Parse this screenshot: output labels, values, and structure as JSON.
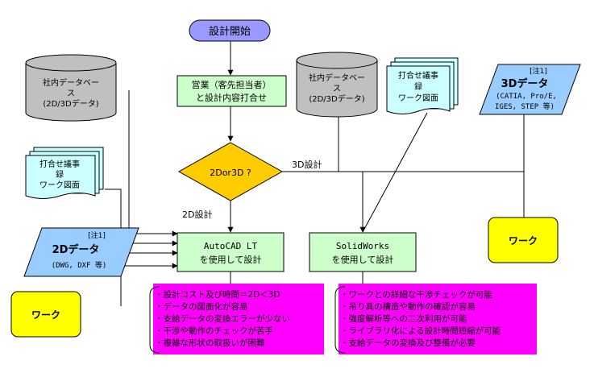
{
  "start": "設計開始",
  "meeting": [
    "営業（客先担当者）",
    "と設計内容打合せ"
  ],
  "decision": "2Dor3D ?",
  "label_3d": "3D設計",
  "label_2d": "2D設計",
  "db_left": [
    "社内データベー",
    "ス",
    "(2D/3Dデータ)"
  ],
  "db_mid": [
    "社内データベー",
    "ス",
    "(2D/3Dデータ)"
  ],
  "doc_left": [
    "打合せ議事",
    "録",
    "ワーク図面"
  ],
  "doc_right": [
    "打合せ議事",
    "録",
    "ワーク図面"
  ],
  "data_3d": {
    "note": "[注1]",
    "title": "3Dデータ",
    "line1": "(CATIA, Pro/E,",
    "line2": "IGES, STEP 等)"
  },
  "data_2d": {
    "note": "[注1]",
    "title": "2Dデータ",
    "sub": "(DWG, DXF 等)"
  },
  "work_right": "ワーク",
  "work_left": "ワーク",
  "autocad": [
    "AutoCAD LT",
    "を使用して設計"
  ],
  "solidworks": [
    "SolidWorks",
    "を使用して設計"
  ],
  "notes_2d": [
    "・設計コスト及び時間＝2D＜3D",
    "・データの図面化が容易",
    "・支給データの変換エラーが少ない",
    "・干渉や動作のチェックが苦手",
    "・複雑な形状の取扱いが困難"
  ],
  "notes_3d": [
    "・ワークとの詳細な干渉チェックが可能",
    "・吊り具の構造や動作の確認が容易",
    "・強度解析等への二次利用が可能",
    "・ライブラリ化による設計時間短縮が可能",
    "・支給データの変換及び整備が必要"
  ],
  "colors": {
    "start_fill": "#9999ff",
    "process_fill": "#ccffcc",
    "decision_fill": "#ffcc00",
    "db_fill": "#c0c0c0",
    "doc_fill": "#ccffff",
    "data_fill": "#99ccff",
    "work_fill": "#ffff00",
    "note_fill": "#ff00ff"
  }
}
